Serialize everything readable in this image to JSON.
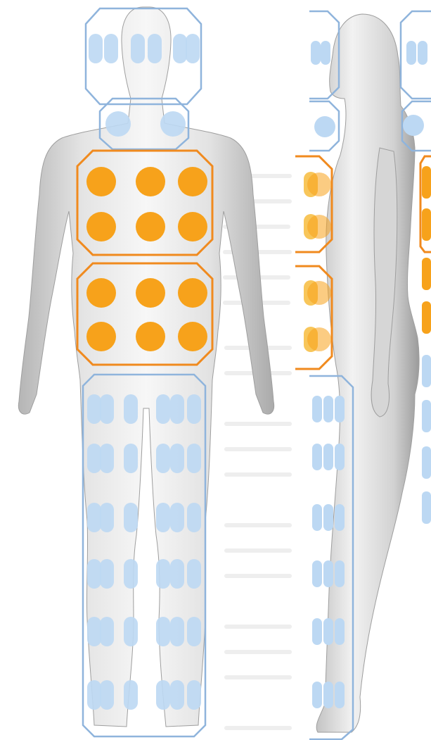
{
  "figure": {
    "views": [
      "front-view",
      "side-view"
    ],
    "colors": {
      "background": "#ffffff",
      "mannequin_light": "#f4f4f4",
      "mannequin_mid": "#dcdcdc",
      "mannequin_dark": "#a9a9a9",
      "blue_outline": "#8fb4dc",
      "blue_fill": "#bcd8f3",
      "orange_outline": "#f08a1e",
      "orange_fill": "#f7a21b",
      "orange_side_fill": "#f8c65a",
      "faint_text_lines": "#eeeeee"
    },
    "front_view": {
      "zones": [
        {
          "name": "head-zone",
          "color": "blue",
          "marker_shape": "pill"
        },
        {
          "name": "neck-zone",
          "color": "blue",
          "marker_shape": "octagon"
        },
        {
          "name": "upper-torso-zone",
          "color": "orange",
          "marker_shape": "octagon",
          "grid": "3x2"
        },
        {
          "name": "lower-torso-zone",
          "color": "orange",
          "marker_shape": "octagon",
          "grid": "3x2"
        },
        {
          "name": "legs-zone",
          "color": "blue",
          "marker_shape": "pill",
          "rows": 6
        }
      ]
    },
    "side_view": {
      "zones": [
        {
          "name": "side-head-zone",
          "color": "blue"
        },
        {
          "name": "side-neck-zone",
          "color": "blue"
        },
        {
          "name": "side-upper-torso-zone",
          "color": "orange"
        },
        {
          "name": "side-lower-torso-zone",
          "color": "orange"
        },
        {
          "name": "side-legs-zone",
          "color": "blue",
          "rows": 6
        }
      ]
    }
  }
}
